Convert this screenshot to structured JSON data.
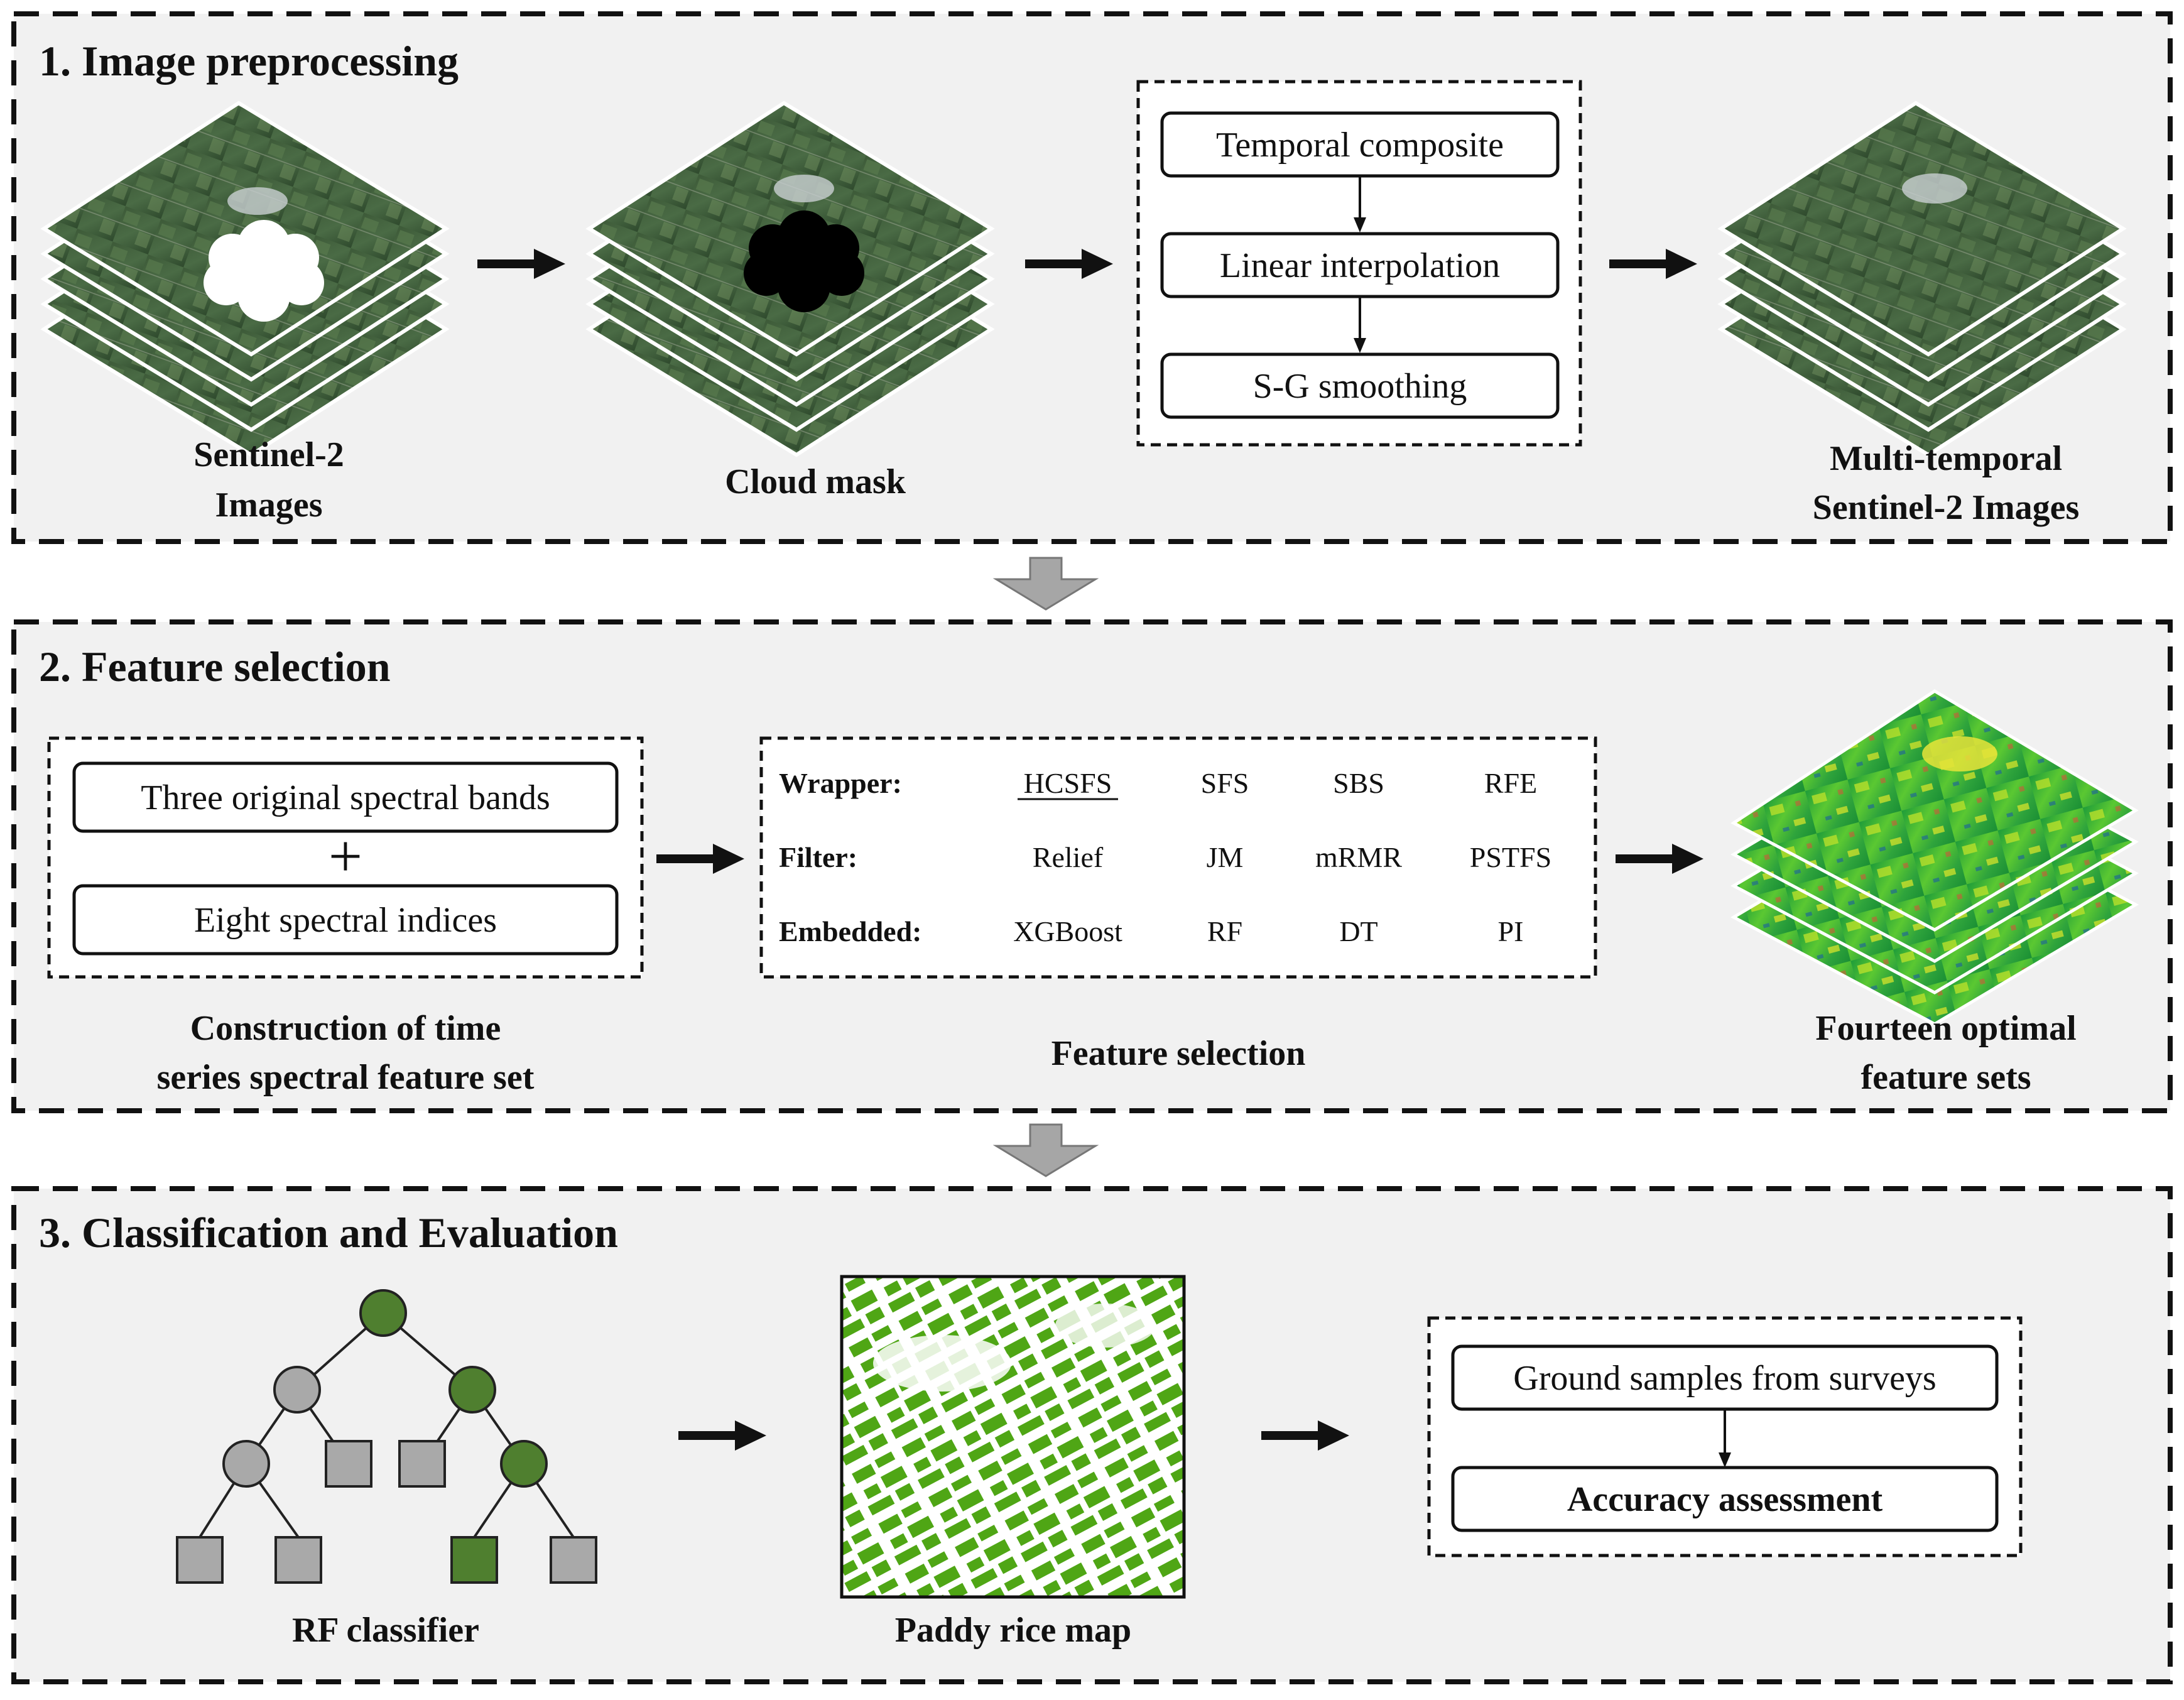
{
  "sections": [
    {
      "title": "1. Image preprocessing"
    },
    {
      "title": "2. Feature selection"
    },
    {
      "title": "3. Classification and Evaluation"
    }
  ],
  "preprocessing": {
    "caption_sentinel": [
      "Sentinel-2",
      "Images"
    ],
    "caption_cloud_mask": "Cloud mask",
    "caption_multitemporal": [
      "Multi-temporal",
      "Sentinel-2 Images"
    ],
    "steps": [
      "Temporal composite",
      "Linear interpolation",
      "S-G smoothing"
    ]
  },
  "feature_selection": {
    "feature_boxes": [
      "Three original spectral bands",
      "Eight spectral indices"
    ],
    "plus_sign": "+",
    "caption_construction": [
      "Construction of time",
      "series spectral feature set"
    ],
    "method_table": {
      "rows": [
        {
          "category": "Wrapper:",
          "methods": [
            "HCSFS",
            "SFS",
            "SBS",
            "RFE"
          ]
        },
        {
          "category": "Filter:",
          "methods": [
            "Relief",
            "JM",
            "mRMR",
            "PSTFS"
          ]
        },
        {
          "category": "Embedded:",
          "methods": [
            "XGBoost",
            "RF",
            "DT",
            "PI"
          ]
        }
      ],
      "underlined_method": "HCSFS"
    },
    "caption_feature_selection": "Feature selection",
    "caption_optimal": [
      "Fourteen optimal",
      "feature sets"
    ]
  },
  "classification": {
    "caption_rf": "RF classifier",
    "caption_map": "Paddy rice map",
    "assessment_steps": [
      "Ground samples from surveys",
      "Accuracy assessment"
    ]
  },
  "colors": {
    "panel_background": "#f1f1f1",
    "tree_green": "#4f7f2f",
    "tree_gray": "#a9a9a9",
    "map_green": "#4fa615",
    "big_arrow_gray": "#a6a6a6"
  }
}
